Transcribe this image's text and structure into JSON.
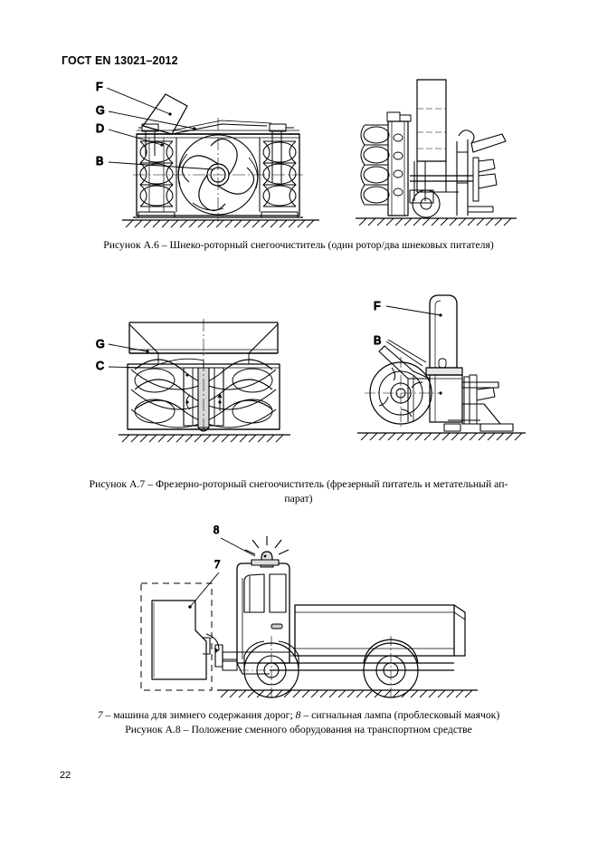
{
  "document": {
    "header": "ГОСТ EN 13021–2012",
    "page_number": "22"
  },
  "figures": [
    {
      "id": "figure-a6",
      "caption": "Рисунок А.6 – Шнеко-роторный снегоочиститель (один ротор/два шнековых питателя)",
      "labels": [
        "F",
        "G",
        "D",
        "B"
      ],
      "views": [
        "front-view-auger-rotor-snowblower",
        "side-view-auger-rotor-snowblower"
      ]
    },
    {
      "id": "figure-a7",
      "caption_line1": "Рисунок А.7 – Фрезерно-роторный снегоочиститель (фрезерный питатель и метательный ап-",
      "caption_line2": "парат)",
      "labels": [
        "G",
        "C",
        "F",
        "B"
      ],
      "views": [
        "front-view-milling-rotor-snowblower",
        "side-view-milling-rotor-snowblower"
      ]
    },
    {
      "id": "figure-a8",
      "legend_part1": "7",
      "legend_text1": " – машина для зимнего содержания дорог; ",
      "legend_part2": "8",
      "legend_text2": " – сигнальная лампа (проблесковый маячок)",
      "caption": "Рисунок А.8 – Положение сменного оборудования на транспортном средстве",
      "labels": [
        "8",
        "7"
      ],
      "views": [
        "side-view-truck-with-mounted-equipment"
      ]
    }
  ],
  "colors": {
    "ink": "#000000",
    "paper": "#ffffff"
  }
}
